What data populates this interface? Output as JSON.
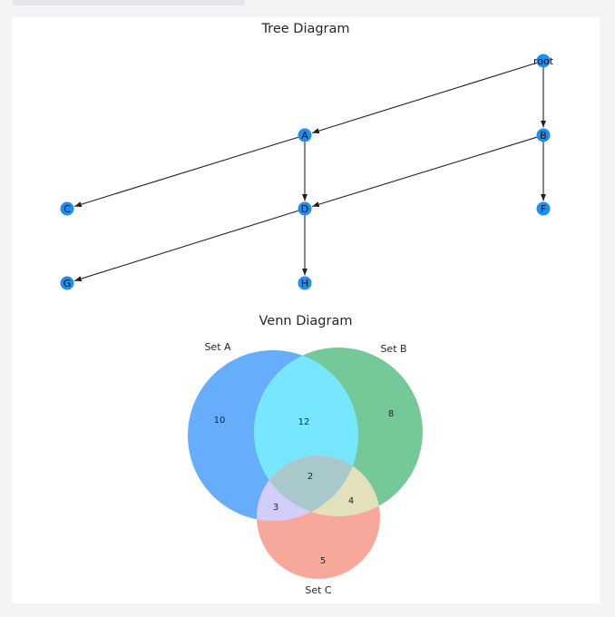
{
  "tree": {
    "title": "Tree Diagram",
    "nodes": [
      {
        "id": "root",
        "label": "root"
      },
      {
        "id": "A",
        "label": "A"
      },
      {
        "id": "B",
        "label": "B"
      },
      {
        "id": "C",
        "label": "C"
      },
      {
        "id": "D",
        "label": "D"
      },
      {
        "id": "F",
        "label": "F"
      },
      {
        "id": "G",
        "label": "G"
      },
      {
        "id": "H",
        "label": "H"
      }
    ],
    "edges": [
      [
        "root",
        "A"
      ],
      [
        "root",
        "B"
      ],
      [
        "A",
        "C"
      ],
      [
        "A",
        "D"
      ],
      [
        "B",
        "D"
      ],
      [
        "B",
        "F"
      ],
      [
        "D",
        "G"
      ],
      [
        "D",
        "H"
      ]
    ],
    "node_color": "#1f8ef1"
  },
  "venn": {
    "title": "Venn Diagram",
    "sets": [
      {
        "name": "Set A",
        "color": "#66aefc"
      },
      {
        "name": "Set B",
        "color": "#75c898"
      },
      {
        "name": "Set C",
        "color": "#f8a79b"
      }
    ],
    "regions": {
      "A_only": "10",
      "B_only": "8",
      "C_only": "5",
      "A_and_B": "12",
      "A_and_C": "3",
      "B_and_C": "4",
      "A_B_C": "2"
    }
  }
}
